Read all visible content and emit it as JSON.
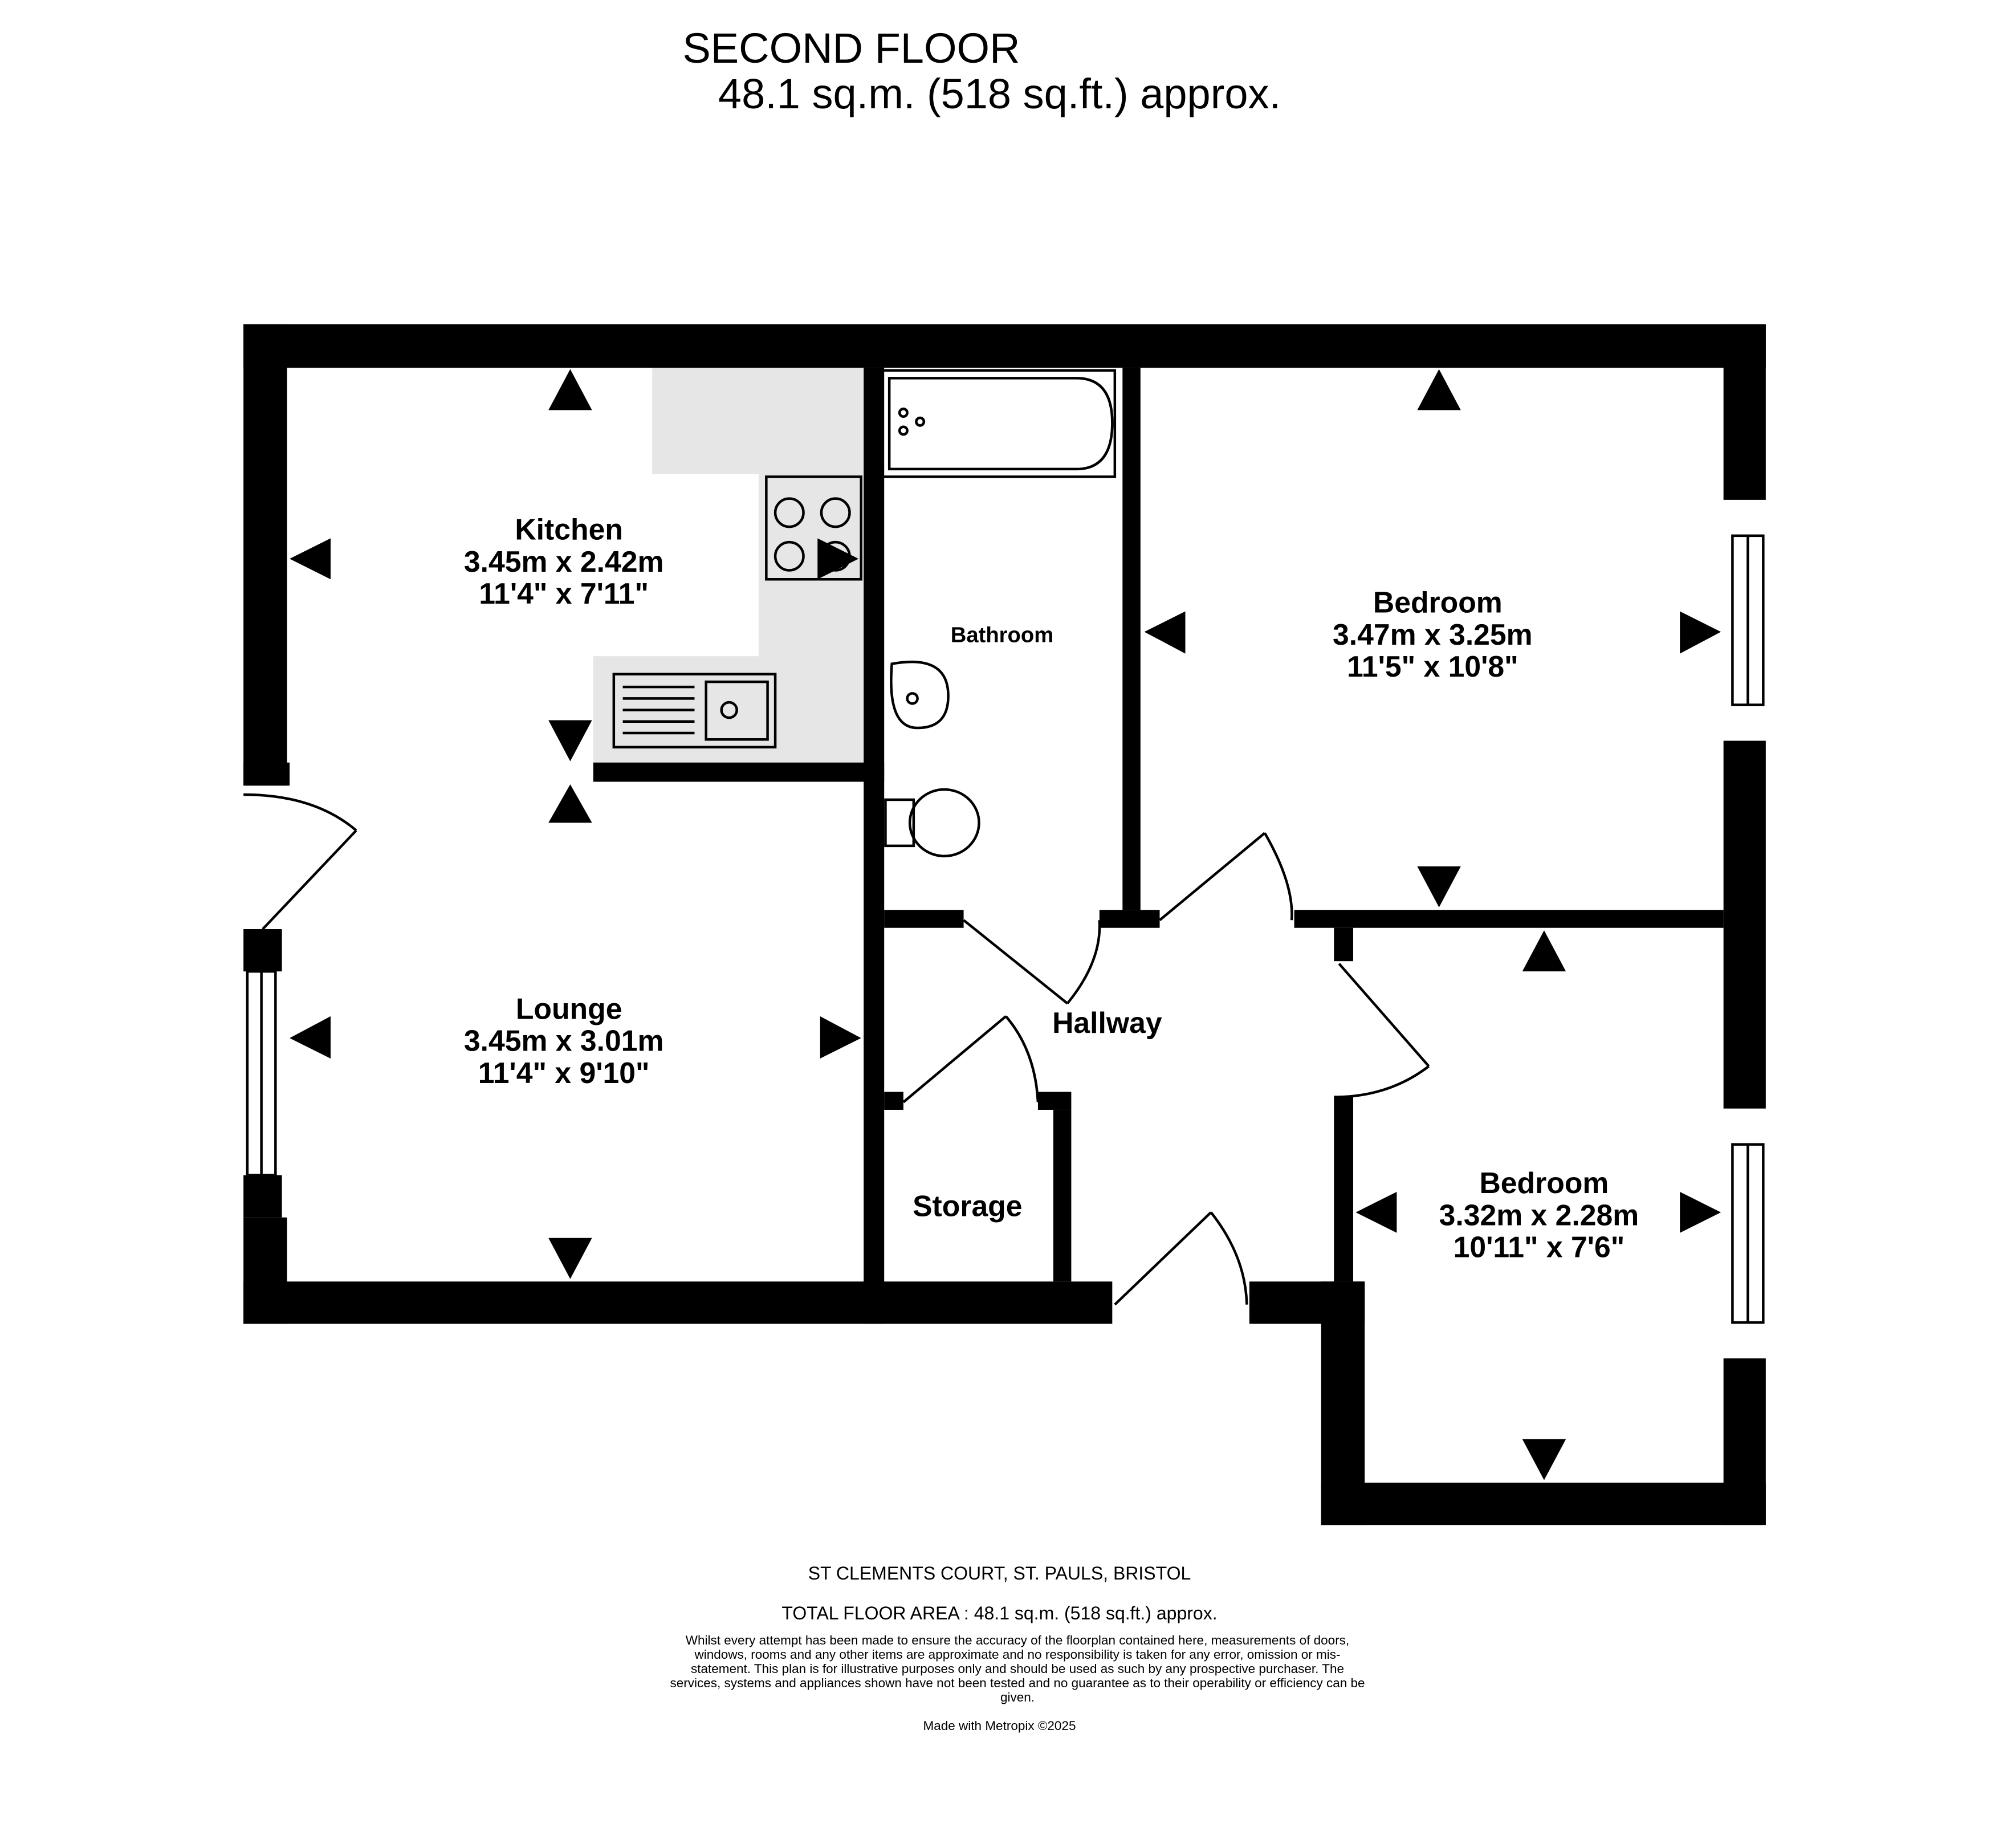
{
  "header": {
    "title": "SECOND FLOOR",
    "area": "48.1 sq.m. (518 sq.ft.) approx."
  },
  "rooms": [
    {
      "name": "Kitchen",
      "metric": "3.45m  x 2.42m",
      "imperial": "11'4\"  x 7'11\""
    },
    {
      "name": "Lounge",
      "metric": "3.45m  x 3.01m",
      "imperial": "11'4\"  x 9'10\""
    },
    {
      "name": "Bathroom"
    },
    {
      "name": "Bedroom",
      "metric": "3.47m  x 3.25m",
      "imperial": "11'5\"  x 10'8\""
    },
    {
      "name": "Hallway"
    },
    {
      "name": "Storage"
    },
    {
      "name": "Bedroom",
      "metric": "3.32m  x 2.28m",
      "imperial": "10'11\"  x 7'6\""
    }
  ],
  "footer": {
    "address": "ST CLEMENTS COURT, ST. PAULS, BRISTOL",
    "total": "TOTAL FLOOR AREA : 48.1 sq.m. (518 sq.ft.) approx.",
    "disclaimer": "Whilst every attempt has been made to ensure the accuracy of the floorplan contained here, measurements of doors, windows, rooms and any other items are approximate and no responsibility is taken for any error, omission or mis-statement. This plan is for illustrative purposes only and should be used as such by any prospective purchaser. The services, systems and appliances shown have not been tested and no guarantee as to their operability or efficiency can be given.",
    "made_with": "Made with Metropix ©2025"
  },
  "colors": {
    "wall": "#000000",
    "fitted": "#e6e6e6"
  }
}
